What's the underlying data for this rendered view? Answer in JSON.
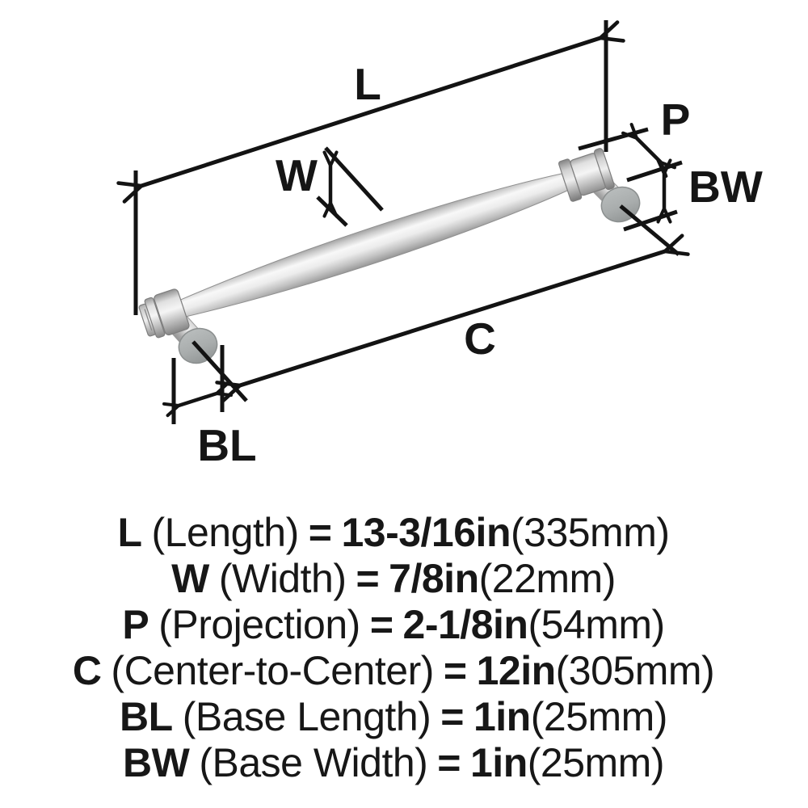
{
  "figure": {
    "callouts": {
      "L": "L",
      "W": "W",
      "P": "P",
      "C": "C",
      "BL": "BL",
      "BW": "BW"
    }
  },
  "legend": {
    "rows": [
      {
        "code": "L",
        "name": "(Length)",
        "eq": "=",
        "value": "13-3/16in",
        "metric": "(335mm)"
      },
      {
        "code": "W",
        "name": "(Width)",
        "eq": "=",
        "value": "7/8in",
        "metric": "(22mm)"
      },
      {
        "code": "P",
        "name": "(Projection)",
        "eq": "=",
        "value": "2-1/8in",
        "metric": "(54mm)"
      },
      {
        "code": "C",
        "name": "(Center-to-Center)",
        "eq": "=",
        "value": "12in",
        "metric": "(305mm)"
      },
      {
        "code": "BL",
        "name": "(Base Length)",
        "eq": "=",
        "value": "1in",
        "metric": "(25mm)"
      },
      {
        "code": "BW",
        "name": "(Base Width)",
        "eq": "=",
        "value": "1in",
        "metric": "(25mm)"
      }
    ]
  },
  "colors": {
    "line": "#131313",
    "text": "#171717",
    "metal_highlight": "#f8f8f8",
    "metal_mid": "#c9c9c9",
    "metal_shadow": "#8f8f8f",
    "background": "#ffffff"
  }
}
